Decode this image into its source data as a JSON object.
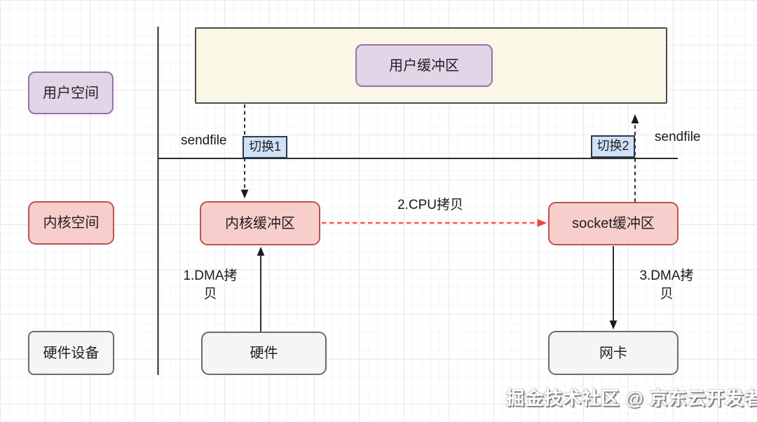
{
  "lane_labels": {
    "user_space": "用户空间",
    "kernel_space": "内核空间",
    "hardware_device": "硬件设备"
  },
  "nodes": {
    "user_buffer": "用户缓冲区",
    "kernel_buffer": "内核缓冲区",
    "socket_buffer": "socket缓冲区",
    "hardware": "硬件",
    "nic": "网卡"
  },
  "edge_labels": {
    "sendfile_left": "sendfile",
    "sendfile_right": "sendfile",
    "switch_1": "切换1",
    "switch_2": "切换2",
    "dma_copy_1": "1.DMA拷贝",
    "cpu_copy_2": "2.CPU拷贝",
    "dma_copy_3": "3.DMA拷贝"
  },
  "watermark": "掘金技术社区 @ 京东云开发者",
  "colors": {
    "purple_fill": "#E1D5E7",
    "purple_border": "#9673A6",
    "red_fill": "#F8CECC",
    "red_border": "#B85450",
    "gray_fill": "#F5F5F5",
    "cream_fill": "#FAF7E7",
    "blue_fill": "#CFE2F7",
    "line_black": "#1f1f1f",
    "arrow_red": "#F5413D"
  }
}
